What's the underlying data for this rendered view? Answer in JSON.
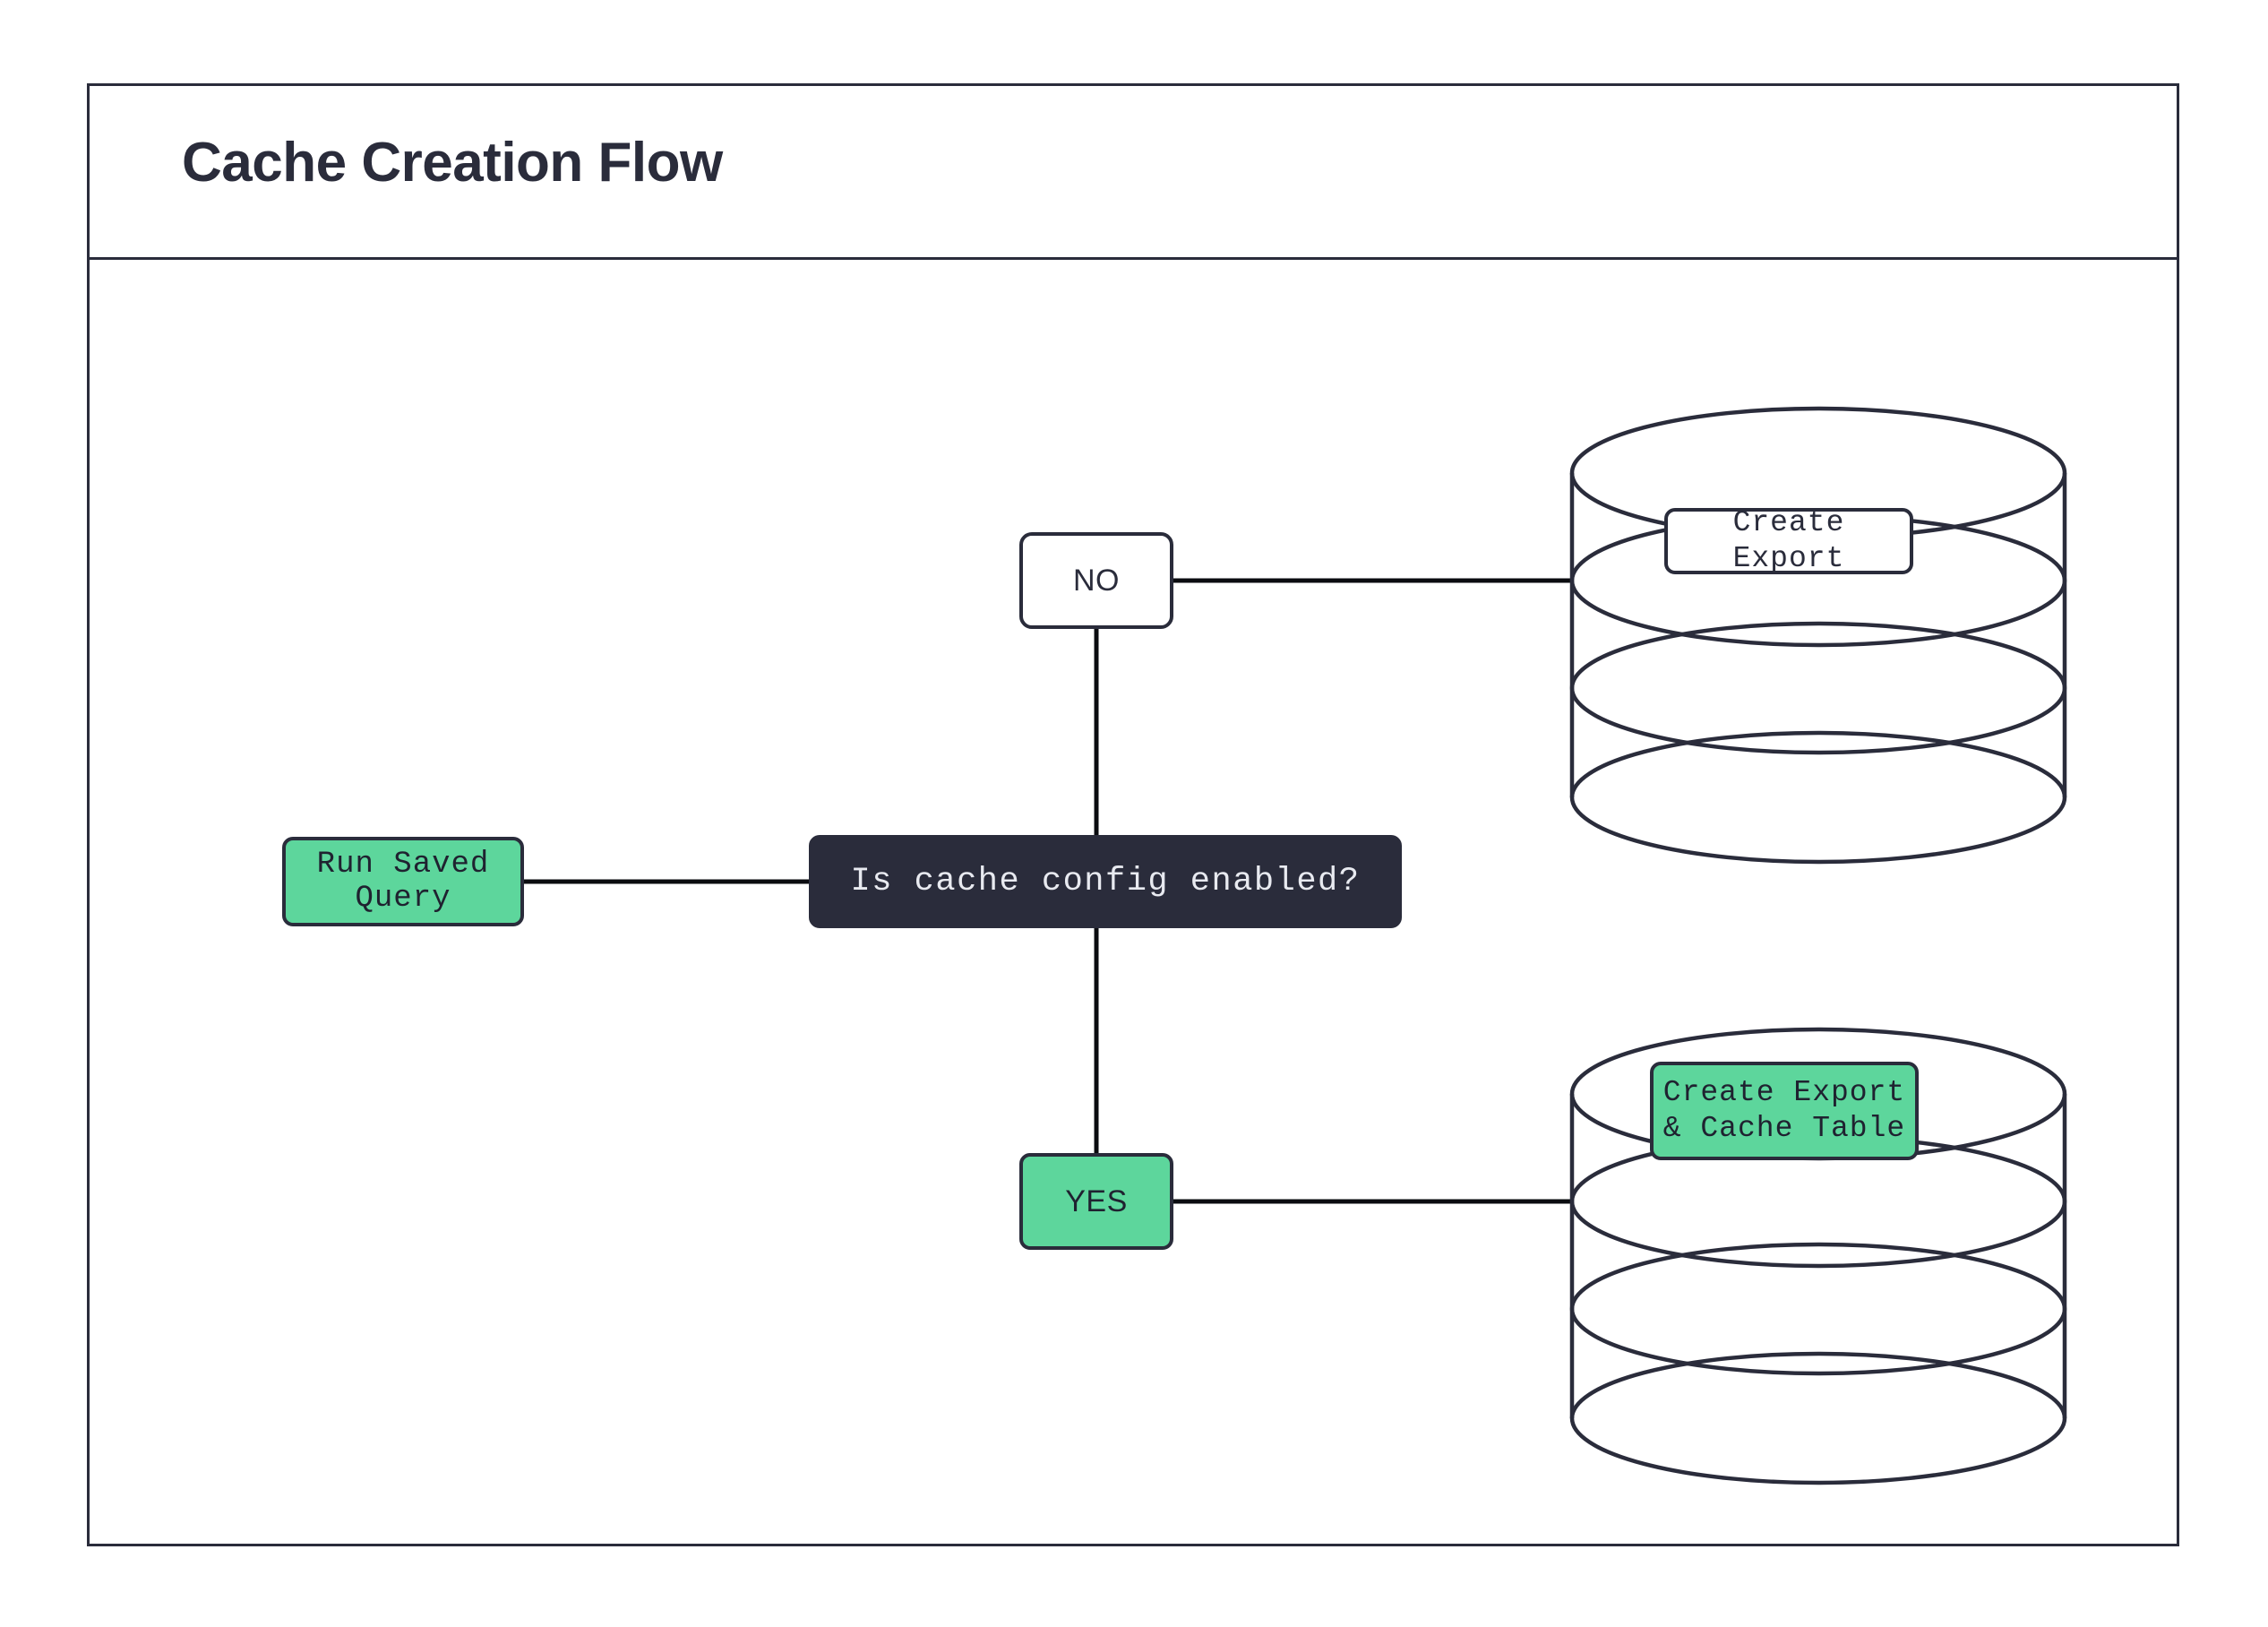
{
  "frame": {
    "title": "Cache Creation Flow"
  },
  "colors": {
    "ink": "#2a2c3b",
    "green": "#5dd69c",
    "white": "#ffffff",
    "connector": "#0b0c10"
  },
  "diagram": {
    "type": "flowchart",
    "nodes": [
      {
        "id": "run-saved-query",
        "label": "Run Saved Query",
        "shape": "rounded-rect",
        "style": "green"
      },
      {
        "id": "decision",
        "label": "Is cache config enabled?",
        "shape": "rounded-rect",
        "style": "dark"
      },
      {
        "id": "no",
        "label": "NO",
        "shape": "rounded-rect",
        "style": "white"
      },
      {
        "id": "yes",
        "label": "YES",
        "shape": "rounded-rect",
        "style": "green"
      },
      {
        "id": "create-export",
        "label": "Create Export",
        "shape": "cylinder-label",
        "style": "white"
      },
      {
        "id": "create-export-cache-table",
        "label": "Create Export\n& Cache Table",
        "shape": "cylinder-label",
        "style": "green"
      }
    ],
    "edges": [
      {
        "from": "run-saved-query",
        "to": "decision",
        "label": ""
      },
      {
        "from": "decision",
        "to": "no",
        "label": ""
      },
      {
        "from": "no",
        "to": "create-export",
        "label": ""
      },
      {
        "from": "decision",
        "to": "yes",
        "label": ""
      },
      {
        "from": "yes",
        "to": "create-export-cache-table",
        "label": ""
      }
    ],
    "databases": [
      {
        "id": "db-top",
        "contains": "create-export"
      },
      {
        "id": "db-bottom",
        "contains": "create-export-cache-table"
      }
    ]
  }
}
